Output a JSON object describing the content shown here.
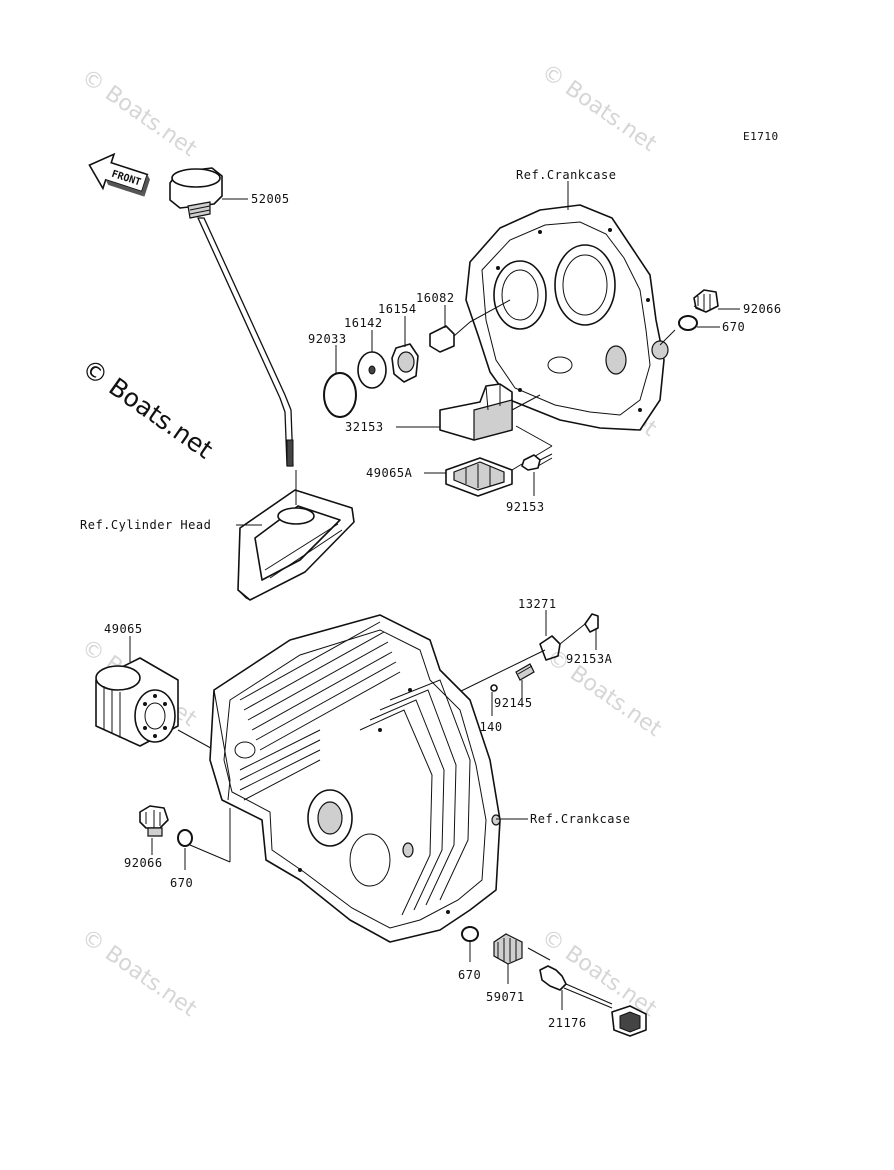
{
  "diagram_code": "E1710",
  "watermark": "© Boats.net",
  "front_arrow_label": "FRONT",
  "references": {
    "crankcase_top": "Ref.Crankcase",
    "cylinder_head": "Ref.Cylinder Head",
    "crankcase_bottom": "Ref.Crankcase"
  },
  "parts": [
    "52005",
    "92066",
    "670",
    "16082",
    "16154",
    "16142",
    "92033",
    "32153",
    "49065A",
    "92153",
    "13271",
    "92153A",
    "92145",
    "92140",
    "49065",
    "92066",
    "670",
    "670",
    "59071",
    "21176"
  ]
}
